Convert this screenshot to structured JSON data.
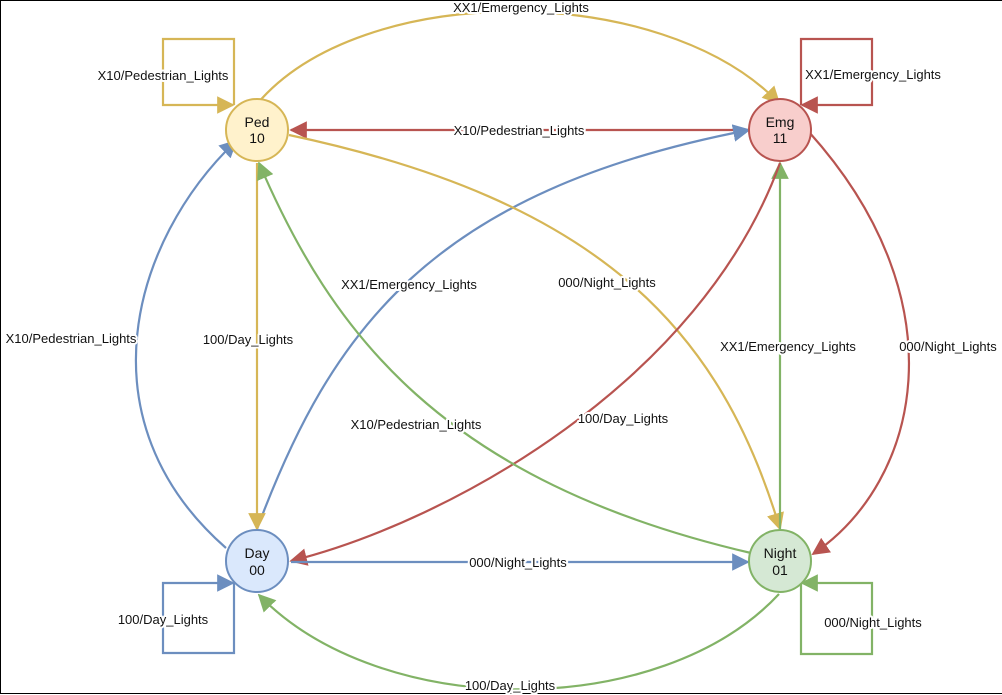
{
  "states": {
    "ped": {
      "name": "Ped",
      "code": "10",
      "fill": "#fff2cc",
      "stroke": "#d6b656"
    },
    "emg": {
      "name": "Emg",
      "code": "11",
      "fill": "#f8cecc",
      "stroke": "#b85450"
    },
    "day": {
      "name": "Day",
      "code": "00",
      "fill": "#dae8fc",
      "stroke": "#6c8ebf"
    },
    "night": {
      "name": "Night",
      "code": "01",
      "fill": "#d5e8d4",
      "stroke": "#82b366"
    }
  },
  "transitions": {
    "ped_to_emg_top": "XX1/Emergency_Lights",
    "ped_self": "X10/Pedestrian_Lights",
    "emg_self": "XX1/Emergency_Lights",
    "emg_to_ped": "X10/Pedestrian_Lights",
    "day_to_emg": "XX1/Emergency_Lights",
    "ped_to_night": "000/Night_Lights",
    "day_to_ped_left": "X10/Pedestrian_Lights",
    "ped_to_day": "100/Day_Lights",
    "night_to_emg": "XX1/Emergency_Lights",
    "emg_to_night_right": "000/Night_Lights",
    "emg_to_day": "100/Day_Lights",
    "night_to_ped": "X10/Pedestrian_Lights",
    "day_to_night": "000/Night_Lights",
    "day_self": "100/Day_Lights",
    "night_self": "000/Night_Lights",
    "night_to_day_bottom": "100/Day_Lights"
  }
}
